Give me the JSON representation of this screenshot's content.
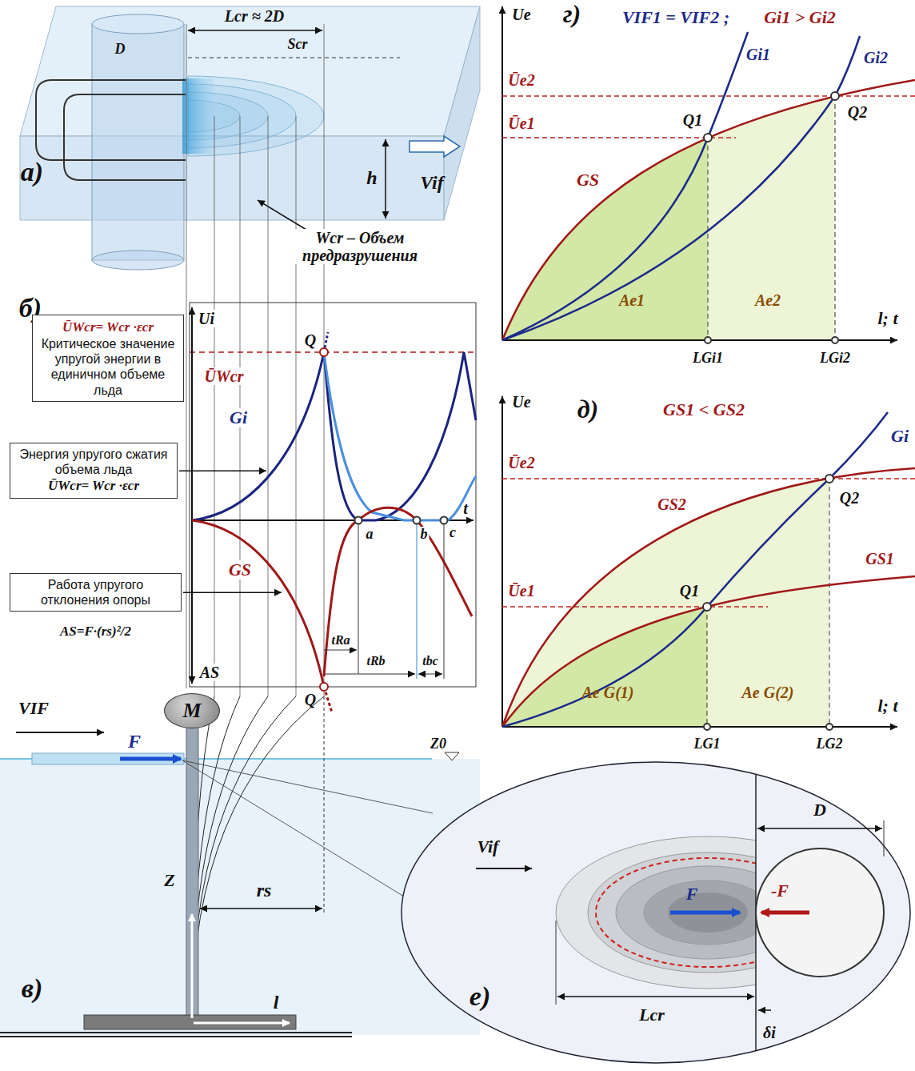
{
  "diagram": {
    "nodes": [
      {
        "text": [
          "ŪWcr= Wcr ·εcr",
          "Критическое значение упругой энергии в единичном объеме льда"
        ]
      },
      {
        "text": [
          "Энергия упругого сжатия объема льда",
          "ŪWcr= Wcr ·εcr"
        ]
      },
      {
        "text": [
          "Работа упругого отклонения опоры",
          "AS=F·(rs)²/2"
        ]
      },
      {
        "text": [
          "M"
        ]
      }
    ],
    "labels": [
      "a)",
      "D",
      "Lcr ≈ 2D",
      "Scr",
      "h",
      "Vif",
      "Wcr – Объем предразрушения",
      "б)",
      "Ui",
      "Q",
      "ŪWcr",
      "Gi",
      "a",
      "b",
      "c",
      "t",
      "GS",
      "tRa",
      "tRb",
      "tbc",
      "AS",
      "Q",
      "VIF",
      "F",
      "Z0",
      "Z",
      "rs",
      "l",
      "в)",
      "г)",
      "Ue",
      "VIF1 = VIF2 ;",
      "Gi1 > Gi2",
      "Ūe2",
      "Ūe1",
      "Gi1",
      "Gi2",
      "Q1",
      "Q2",
      "GS",
      "Ae1",
      "Ae2",
      "l; t",
      "LGi1",
      "LGi2",
      "д)",
      "Ue",
      "GS1 < GS2",
      "Gi",
      "Ūe2",
      "Ūe1",
      "GS2",
      "GS1",
      "Q2",
      "Q1",
      "Ae G(1)",
      "Ae G(2)",
      "l; t",
      "LG1",
      "LG2",
      "е)",
      "Vif",
      "D",
      "F",
      "-F",
      "Lcr",
      "δi"
    ]
  }
}
